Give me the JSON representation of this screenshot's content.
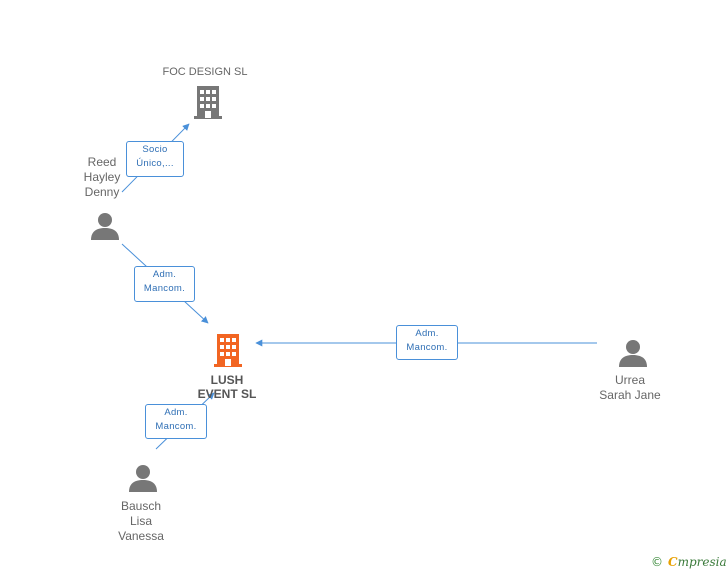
{
  "companies": {
    "foc_design": {
      "name": "FOC DESIGN SL",
      "color": "#777777"
    },
    "lush_event": {
      "name": "LUSH\nEVENT SL",
      "color": "#f26522"
    }
  },
  "people": {
    "reed": {
      "name": "Reed\nHayley\nDenny"
    },
    "urrea": {
      "name": "Urrea\nSarah Jane"
    },
    "bausch": {
      "name": "Bausch\nLisa\nVanessa"
    }
  },
  "relations": {
    "reed_foc": "Socio\nÚnico,...",
    "reed_lush": "Adm.\nMancom.",
    "urrea_lush": "Adm.\nMancom.",
    "bausch_lush": "Adm.\nMancom."
  },
  "colors": {
    "edge": "#4a90d9",
    "person_icon": "#777777"
  },
  "brand": {
    "copyright": "©",
    "initial": "C",
    "rest": "mpresia"
  }
}
